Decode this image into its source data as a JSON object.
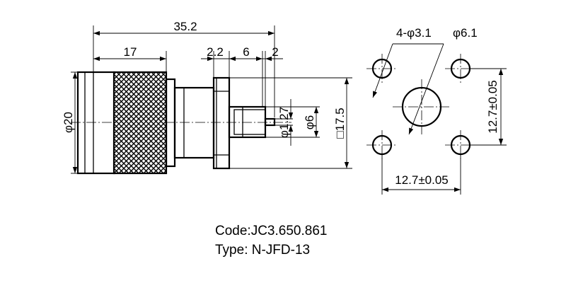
{
  "dimensions": {
    "overall_length": "35.2",
    "knurl_length": "17",
    "step_a": "2.2",
    "step_b": "6",
    "step_c": "2",
    "body_diameter": "φ20",
    "pin_diameter": "φ1.27",
    "spigot_diameter": "φ6",
    "flange_square": "□17.5",
    "hole_callout": "4-φ3.1",
    "center_hole": "φ6.1",
    "vertical_spacing": "12.7±0.05",
    "horizontal_spacing": "12.7±0.05"
  },
  "caption": {
    "code": "Code:JC3.650.861",
    "type": "Type: N-JFD-13"
  }
}
